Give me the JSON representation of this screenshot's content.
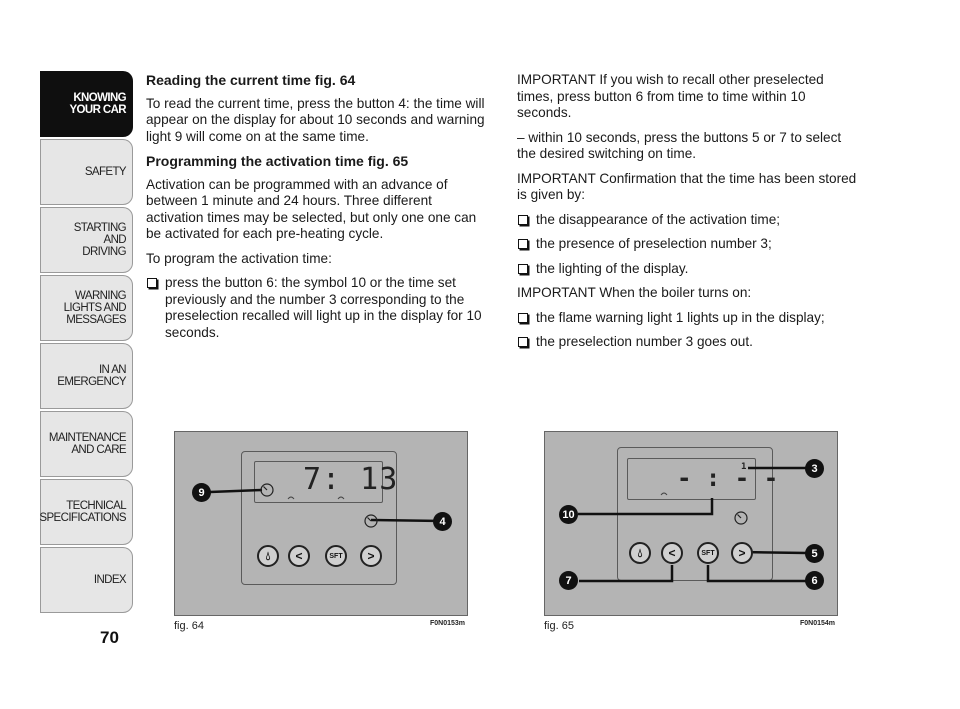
{
  "sidebar": {
    "items": [
      {
        "label": "KNOWING\nYOUR CAR",
        "active": true
      },
      {
        "label": "SAFETY",
        "active": false
      },
      {
        "label": "STARTING\nAND\nDRIVING",
        "active": false
      },
      {
        "label": "WARNING\nLIGHTS AND\nMESSAGES",
        "active": false
      },
      {
        "label": "IN AN\nEMERGENCY",
        "active": false
      },
      {
        "label": "MAINTENANCE\nAND CARE",
        "active": false
      },
      {
        "label": "TECHNICAL\nSPECIFICATIONS",
        "active": false
      },
      {
        "label": "INDEX",
        "active": false
      }
    ]
  },
  "page_number": "70",
  "left": {
    "h1": "Reading the current time fig. 64",
    "p1": "To read the current time, press the button 4: the time will appear on the display for about 10 seconds and warning light 9 will come on at the same time.",
    "h2": "Programming the activation time fig. 65",
    "p2": "Activation can be programmed with an advance of between 1 minute and 24 hours. Three different activation times may be selected, but only one one can be activated for each pre-heating cycle.",
    "p3": "To program the activation time:",
    "b1": "press the button 6: the symbol 10 or the time set previously and the number 3 corresponding to the preselection recalled will light up in the display for 10 seconds."
  },
  "right": {
    "p1": "IMPORTANT If you wish to recall other preselected times, press button 6 from time to time within 10 seconds.",
    "p2": "– within 10 seconds, press the buttons 5 or 7 to select the desired switching on time.",
    "p3": "IMPORTANT Confirmation that the time has been stored is given by:",
    "b1": "the disappearance of the activation time;",
    "b2": "the presence of preselection number 3;",
    "b3": "the lighting of the display.",
    "p4": "IMPORTANT When the boiler turns on:",
    "b4": "the flame warning light 1 lights up in the display;",
    "b5": "the preselection number 3 goes out."
  },
  "fig64": {
    "caption": "fig. 64",
    "code": "F0N0153m",
    "display": "7: 13",
    "sft": "SFT",
    "callouts": {
      "c9": "9",
      "c4": "4"
    },
    "icons": [
      "flame-icon",
      "left-arrow-icon",
      "right-arrow-icon",
      "clock-icon"
    ]
  },
  "fig65": {
    "caption": "fig. 65",
    "code": "F0N0154m",
    "display": "- : - -",
    "preselection": "1",
    "sft": "SFT",
    "callouts": {
      "c3": "3",
      "c10": "10",
      "c5": "5",
      "c7": "7",
      "c6": "6"
    },
    "icons": [
      "flame-icon",
      "left-arrow-icon",
      "right-arrow-icon",
      "clock-icon"
    ]
  }
}
